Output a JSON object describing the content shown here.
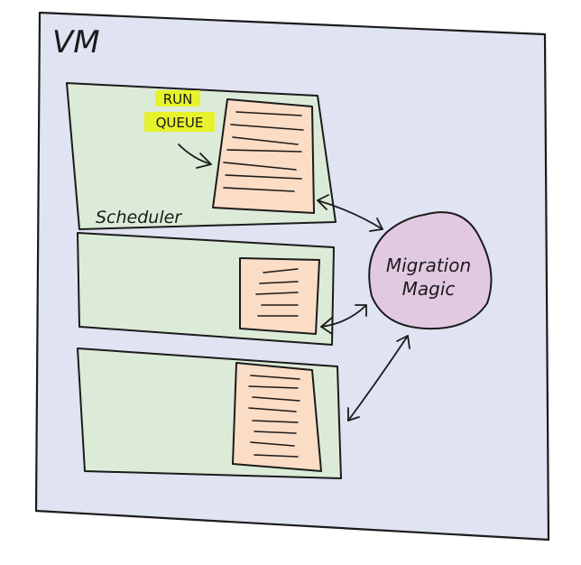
{
  "vm": {
    "label": "VM"
  },
  "scheduler": {
    "label": "Scheduler"
  },
  "run_queue": {
    "line1": "RUN",
    "line2": "QUEUE"
  },
  "migration": {
    "line1": "Migration",
    "line2": "Magic"
  },
  "colors": {
    "vm_fill": "#dfe3f2",
    "scheduler_fill": "#dcebd7",
    "queue_fill": "#fbdcc5",
    "migration_fill": "#e2c9e2",
    "highlight": "#e6f22b",
    "stroke": "#1b1b1b"
  }
}
